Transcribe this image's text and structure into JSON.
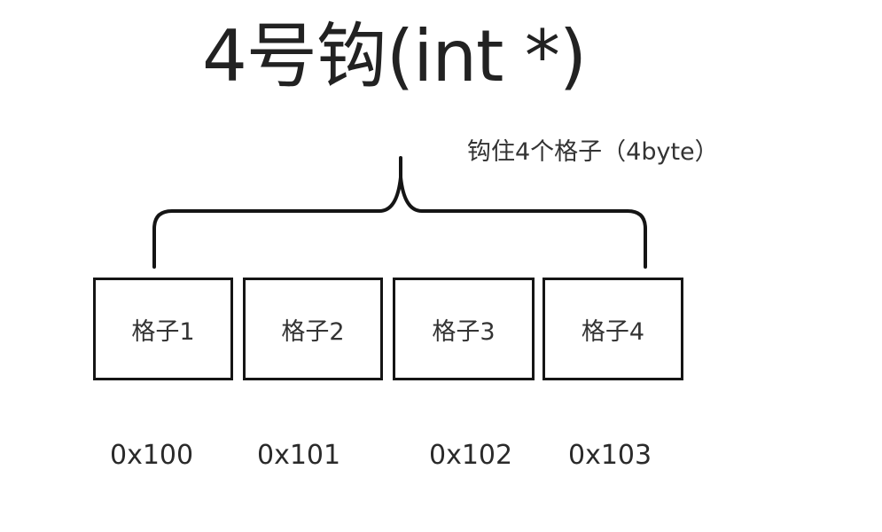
{
  "title": "4号钩(int *)",
  "brace_label": "钩住4个格子（4byte）",
  "cells": [
    {
      "label": "格子1",
      "address": "0x100"
    },
    {
      "label": "格子2",
      "address": "0x101"
    },
    {
      "label": "格子3",
      "address": "0x102"
    },
    {
      "label": "格子4",
      "address": "0x103"
    }
  ],
  "colors": {
    "stroke": "#151515",
    "text": "#2a2a2a",
    "background": "#ffffff"
  }
}
